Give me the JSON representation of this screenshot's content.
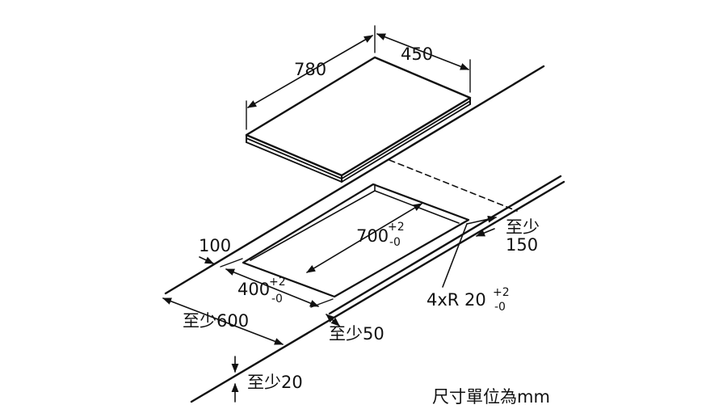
{
  "drawing": {
    "hob_length": "780",
    "hob_width": "450",
    "cutout_length": {
      "base": "700",
      "upper": "+2",
      "lower": "-0"
    },
    "cutout_width": {
      "base": "400",
      "upper": "+2",
      "lower": "-0"
    },
    "corner_radius": {
      "base": "4xR 20",
      "upper": "+2",
      "lower": "-0"
    },
    "front_offset": "100",
    "side_min_line1": "至少",
    "side_min_line2": "150",
    "left_min": "至少600",
    "rear_min": "至少50",
    "depth_min": "至少20",
    "unit_note": "尺寸單位為mm"
  }
}
